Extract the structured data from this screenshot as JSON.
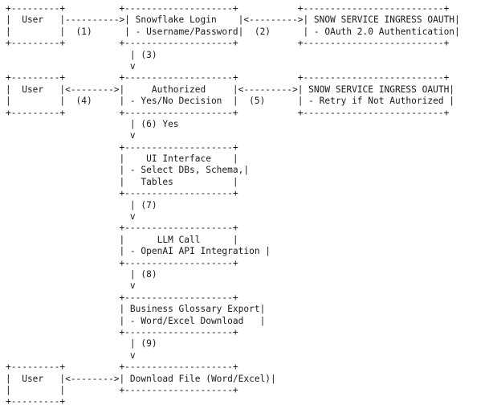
{
  "diagram": {
    "lines": [
      "+---------+          +--------------------+           +--------------------------+",
      "|  User   |---------->| Snowflake Login    |<--------->| SNOW SERVICE INGRESS OAUTH|",
      "|         |  (1)      | - Username/Password|  (2)      | - OAuth 2.0 Authentication|",
      "+---------+          +--------------------+           +--------------------------+",
      "                       | (3)",
      "                       v",
      "+---------+          +--------------------+           +--------------------------+",
      "|  User   |<-------->|     Authorized     |<--------->| SNOW SERVICE INGRESS OAUTH|",
      "|         |  (4)     | - Yes/No Decision  |  (5)      | - Retry if Not Authorized |",
      "+---------+          +--------------------+           +--------------------------+",
      "                       | (6) Yes",
      "                       v",
      "                     +--------------------+",
      "                     |    UI Interface    |",
      "                     | - Select DBs, Schema,|",
      "                     |   Tables           |",
      "                     +--------------------+",
      "                       | (7)",
      "                       v",
      "                     +--------------------+",
      "                     |      LLM Call      |",
      "                     | - OpenAI API Integration |",
      "                     +--------------------+",
      "                       | (8)",
      "                       v",
      "                     +--------------------+",
      "                     | Business Glossary Export|",
      "                     | - Word/Excel Download   |",
      "                     +--------------------+",
      "                       | (9)",
      "                       v",
      "+---------+          +--------------------+",
      "|  User   |<-------->| Download File (Word/Excel)|",
      "|         |          +--------------------+",
      "+---------+"
    ]
  }
}
